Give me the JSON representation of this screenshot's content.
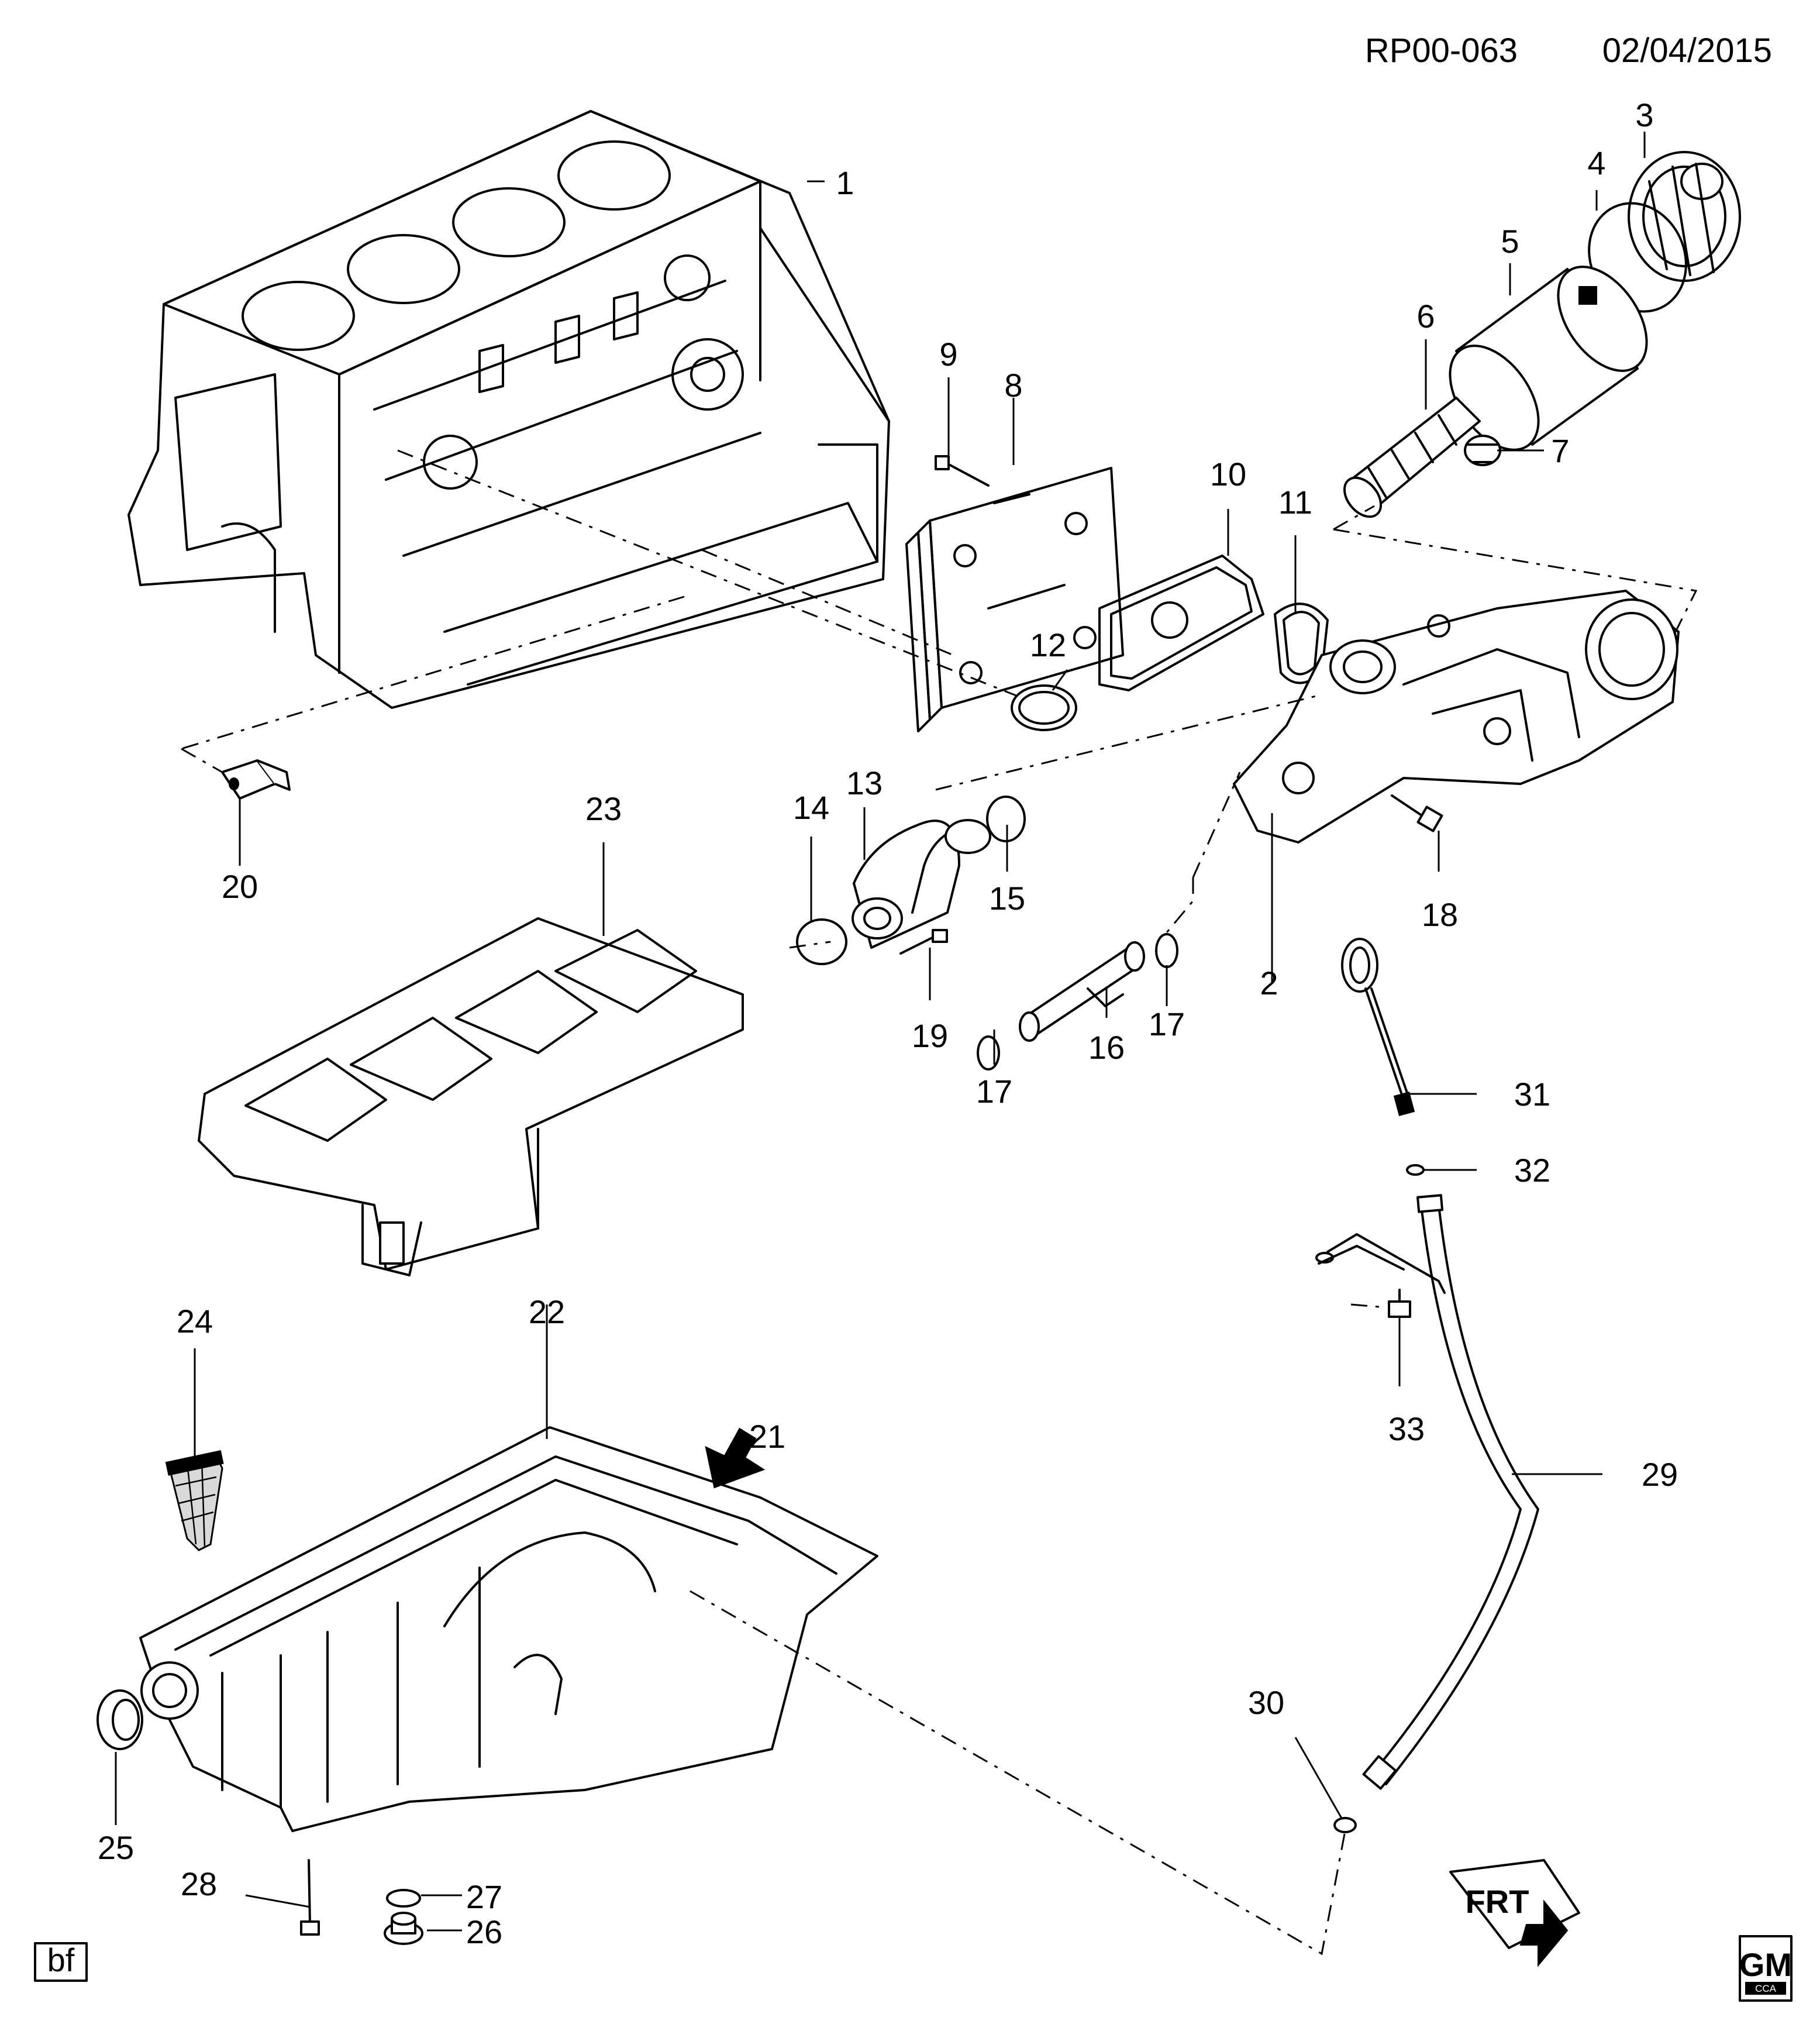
{
  "header": {
    "diagram_code": "RP00-063",
    "date": "02/04/2015"
  },
  "callouts": [
    "1",
    "2",
    "3",
    "4",
    "5",
    "6",
    "7",
    "8",
    "9",
    "10",
    "11",
    "12",
    "13",
    "14",
    "15",
    "16",
    "17",
    "17",
    "18",
    "19",
    "20",
    "21",
    "22",
    "23",
    "24",
    "25",
    "26",
    "27",
    "28",
    "29",
    "30",
    "31",
    "32",
    "33"
  ],
  "badges": {
    "bf": "bf",
    "gm": "GM",
    "gm_sub": "CCA",
    "front_arrow": "FRT"
  },
  "icons": {
    "front-arrow": "front-arrow-icon",
    "direction-arrow": "direction-arrow-icon",
    "gm-logo": "gm-logo-icon"
  }
}
